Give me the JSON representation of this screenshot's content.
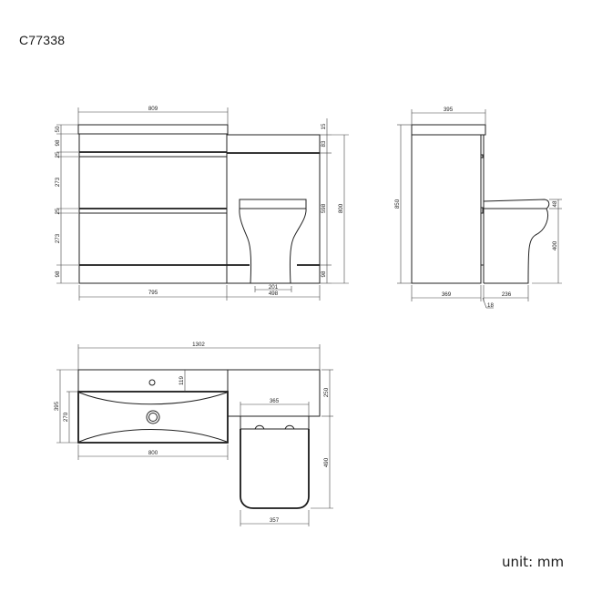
{
  "header": {
    "product_code": "C77338"
  },
  "footer": {
    "unit_label": "unit: mm"
  },
  "front_view": {
    "dims": {
      "top_width": "809",
      "cabinet_width": "795",
      "basin_top_height": "50",
      "drawer1_top": "98",
      "gap1": "25",
      "drawer1": "273",
      "gap2": "25",
      "drawer2": "273",
      "plinth_left": "98",
      "unit_top_offset": "15",
      "unit_top_panel": "83",
      "unit_middle": "598",
      "plinth_right": "98",
      "total_height": "800",
      "toilet_base_width": "201",
      "toilet_unit_width": "498"
    }
  },
  "side_view": {
    "dims": {
      "depth": "395",
      "total_height": "850",
      "cabinet_depth": "369",
      "toilet_projection": "236",
      "door_thickness": "18",
      "seat_thickness": "48",
      "seat_height": "400"
    }
  },
  "top_view": {
    "dims": {
      "overall_width": "1302",
      "overall_depth": "395",
      "basin_depth": "270",
      "tap_offset": "119",
      "basin_width": "800",
      "unit_depth": "250",
      "toilet_cistern_width": "365",
      "toilet_projection": "490",
      "toilet_width": "357"
    }
  }
}
